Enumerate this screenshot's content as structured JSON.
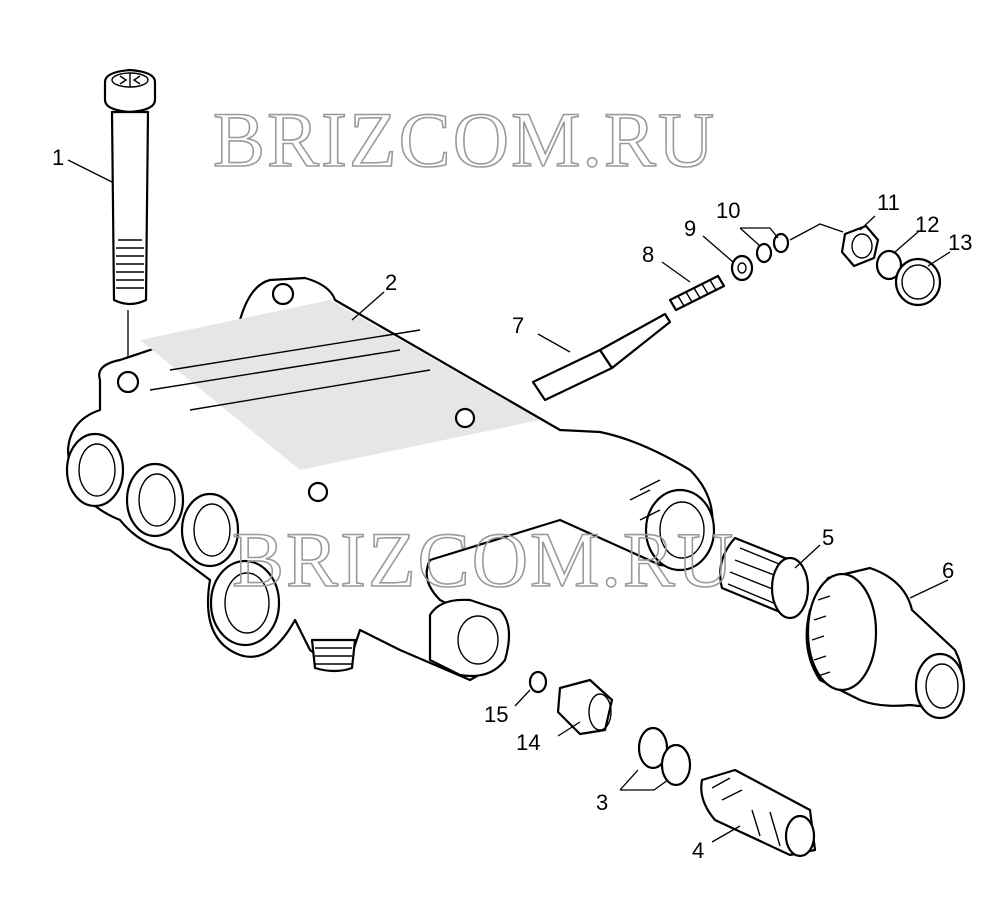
{
  "watermark": {
    "text": "BRIZCOM.RU"
  },
  "callouts": [
    {
      "id": "1",
      "label": "1"
    },
    {
      "id": "2",
      "label": "2"
    },
    {
      "id": "3",
      "label": "3"
    },
    {
      "id": "4",
      "label": "4"
    },
    {
      "id": "5",
      "label": "5"
    },
    {
      "id": "6",
      "label": "6"
    },
    {
      "id": "7",
      "label": "7"
    },
    {
      "id": "8",
      "label": "8"
    },
    {
      "id": "9",
      "label": "9"
    },
    {
      "id": "10",
      "label": "10"
    },
    {
      "id": "11",
      "label": "11"
    },
    {
      "id": "12",
      "label": "12"
    },
    {
      "id": "13",
      "label": "13"
    },
    {
      "id": "14",
      "label": "14"
    },
    {
      "id": "15",
      "label": "15"
    }
  ],
  "colors": {
    "line": "#000000",
    "background": "#ffffff",
    "watermark": "#9a9a9a"
  }
}
